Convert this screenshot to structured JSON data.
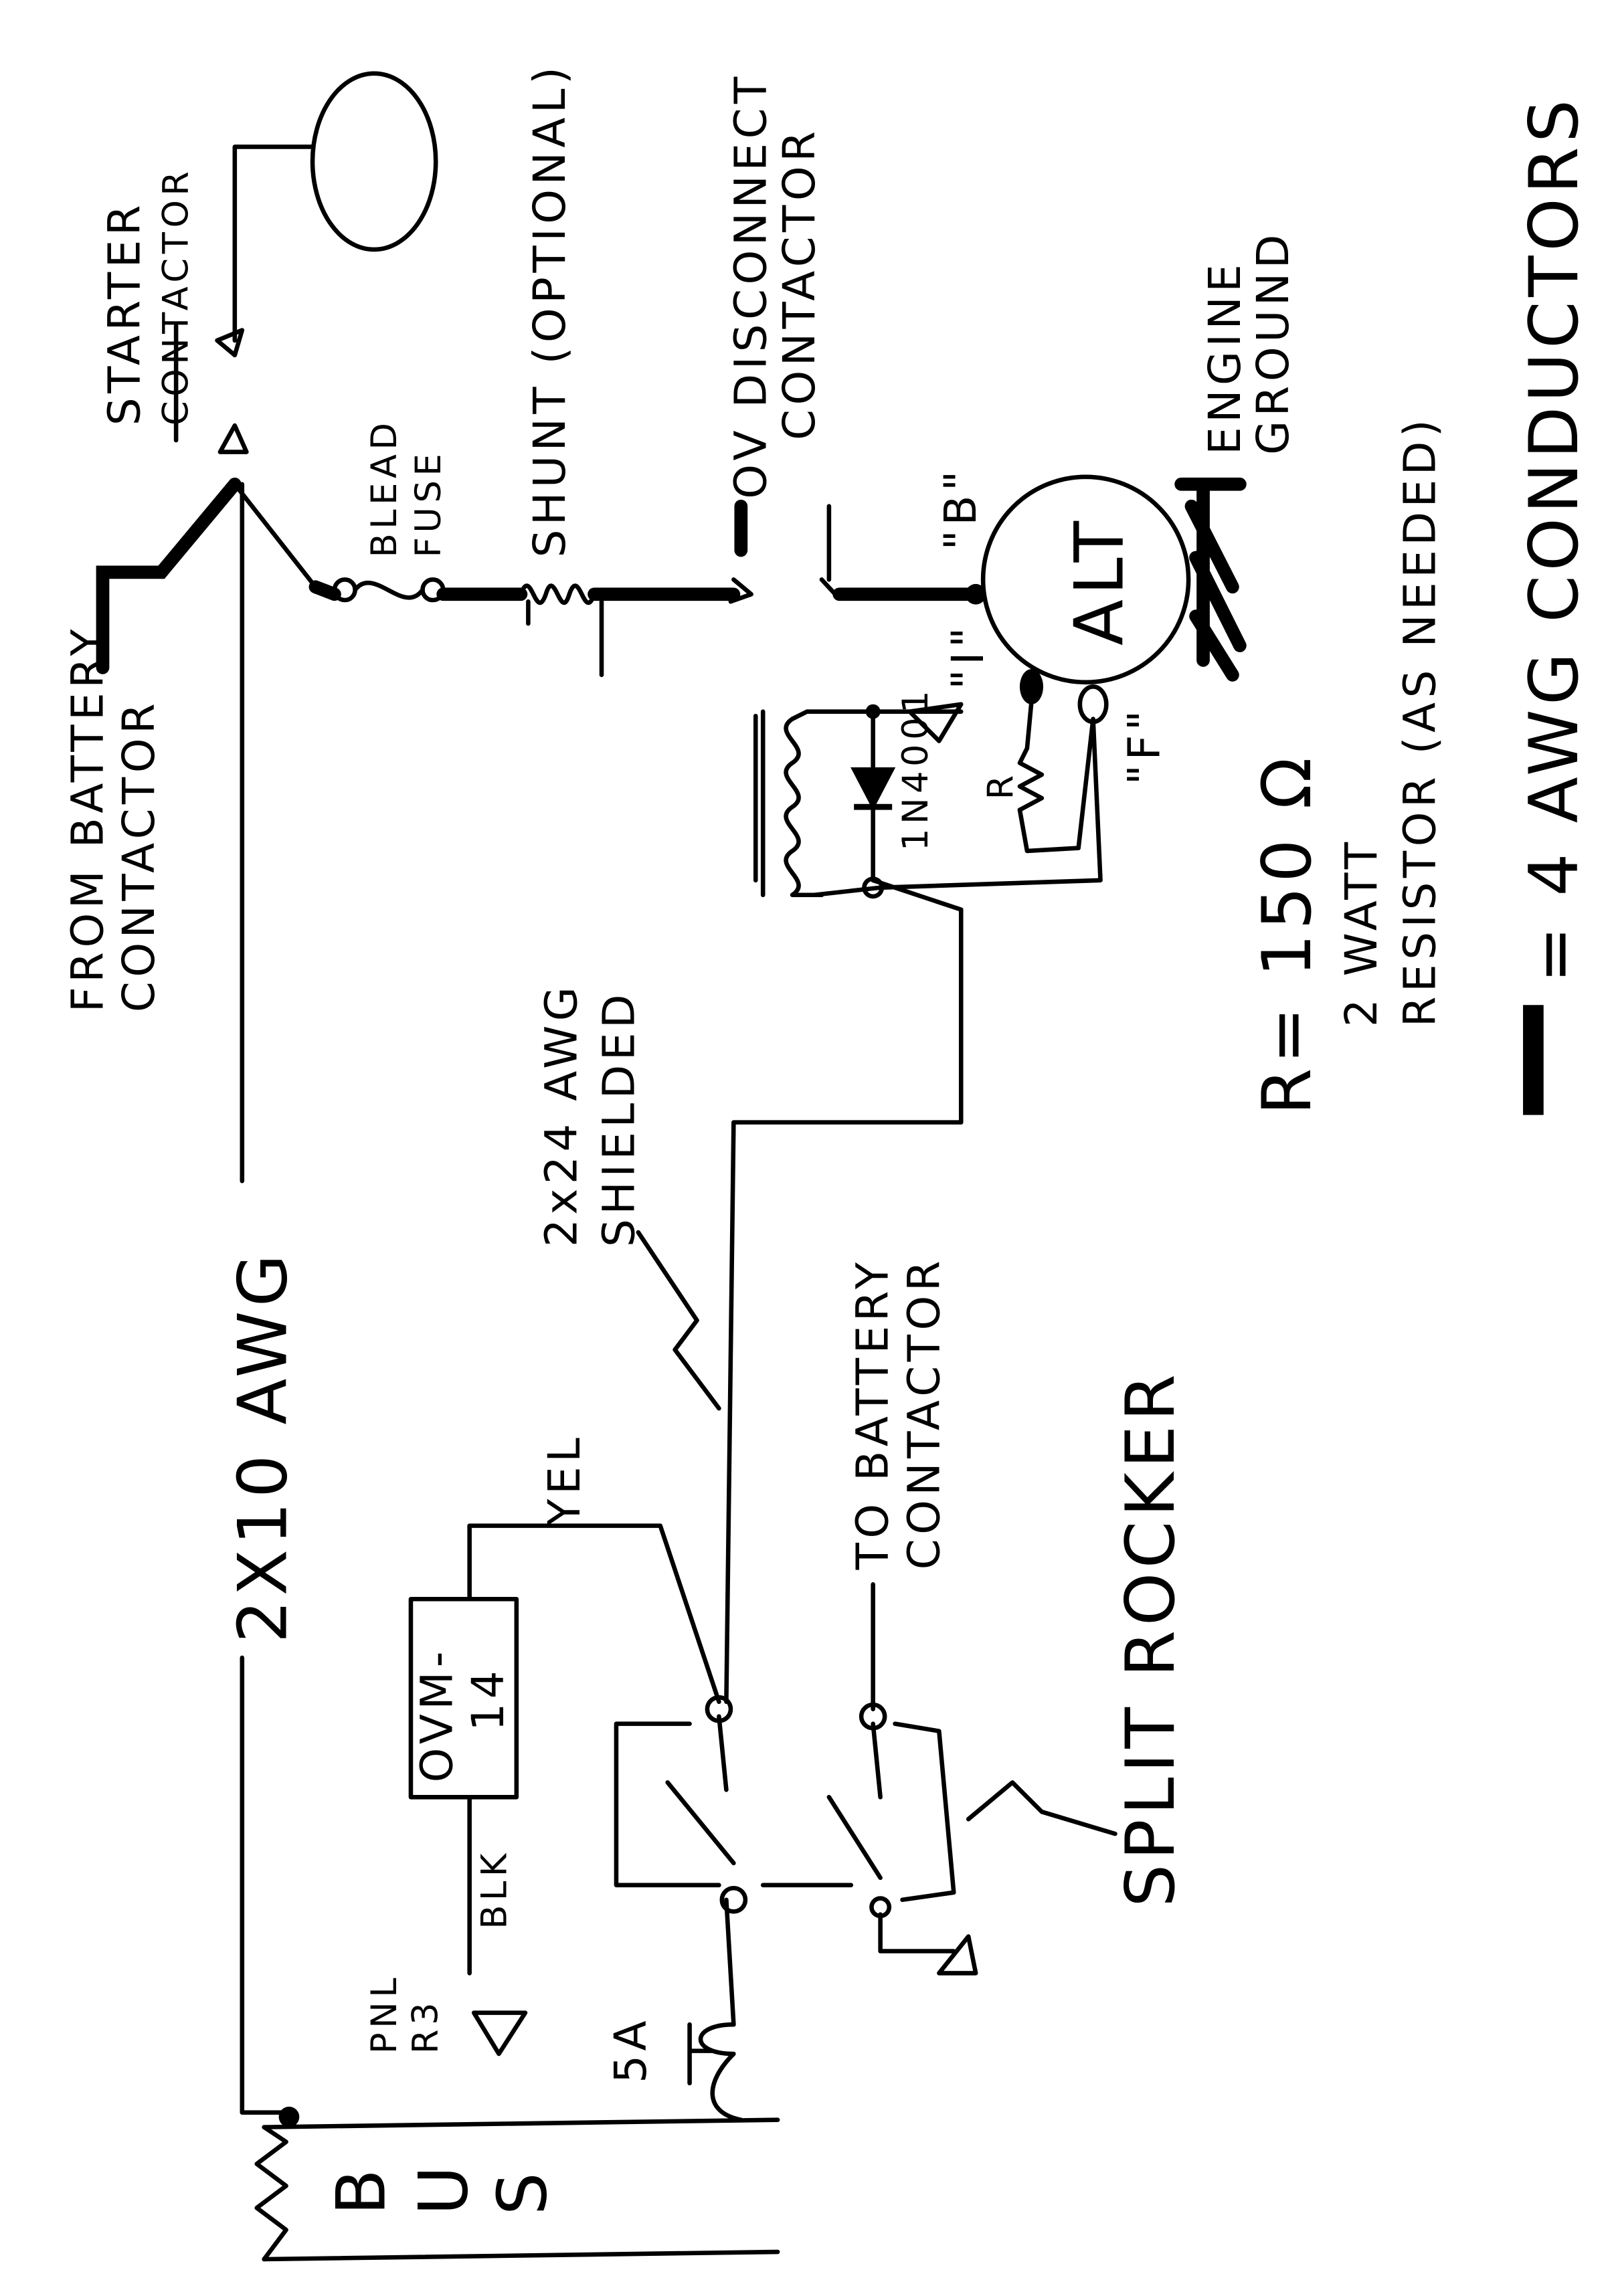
{
  "labels": {
    "starter_contactor": [
      "STARTER",
      "CONTACTOR"
    ],
    "bleed_fuse": [
      "BLEAD",
      "FUSE"
    ],
    "shunt": "SHUNT (OPTIONAL)",
    "ov_disconnect": [
      "OV DISCONNECT",
      "CONTACTOR"
    ],
    "engine_ground": [
      "ENGINE",
      "GROUND"
    ],
    "from_battery": [
      "FROM BATTERY",
      "CONTACTOR"
    ],
    "alt": "ALT",
    "alt_b": "\"B\"",
    "alt_i": "\"I\"",
    "alt_f": "\"F\"",
    "resistor_r": "R",
    "diode": "1N4001",
    "shielded": [
      "2x24 AWG",
      "SHIELDED"
    ],
    "main_wire": "2X10 AWG",
    "to_battery": [
      "TO BATTERY",
      "CONTACTOR"
    ],
    "yel": "YEL",
    "ovm": [
      "OVM-",
      "14"
    ],
    "blk": "BLK",
    "panel": [
      "PNL",
      "R3"
    ],
    "fuse_5a": "5A",
    "split_rocker": "SPLIT ROCKER",
    "bus": [
      "B",
      "U",
      "S"
    ]
  },
  "notes": {
    "resistor_value": "R= 150 Ω",
    "resistor_spec": [
      "2 WATT",
      "RESISTOR (AS NEEDED)"
    ],
    "legend": "= 4 AWG CONDUCTORS"
  }
}
